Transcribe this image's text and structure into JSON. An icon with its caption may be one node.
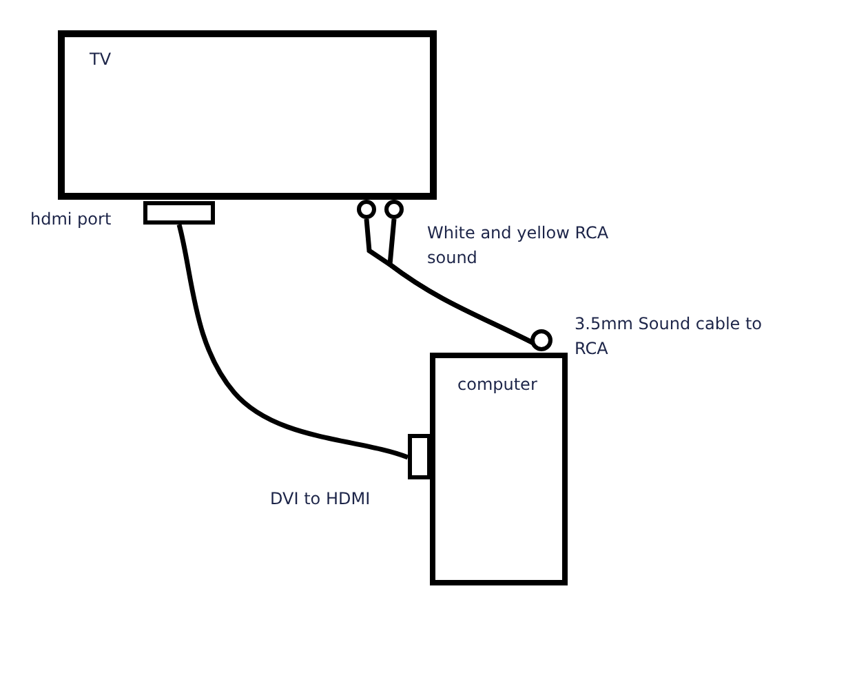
{
  "diagram": {
    "nodes": [
      {
        "text": [
          "TV"
        ]
      },
      {
        "text": [],
        "shape": "box"
      },
      {
        "text": [],
        "shape": "circle"
      },
      {
        "text": [],
        "shape": "circle",
        "beside": [
          "White and yellow RCA sound"
        ]
      },
      {
        "text": [
          "computer"
        ]
      },
      {
        "text": [],
        "shape": "circle"
      },
      {
        "text": [],
        "shape": "box",
        "beside": [
          "DVI to HDMI"
        ]
      }
    ],
    "edges": [
      {
        "from": 1,
        "to": 6,
        "arrow": "none"
      },
      {
        "from": 2,
        "to": 5,
        "arrow": "none"
      },
      {
        "from": 3,
        "to": 5,
        "arrow": "none"
      }
    ],
    "labels": [
      "hdmi port",
      "3.5mm Sound cable to RCA"
    ]
  }
}
